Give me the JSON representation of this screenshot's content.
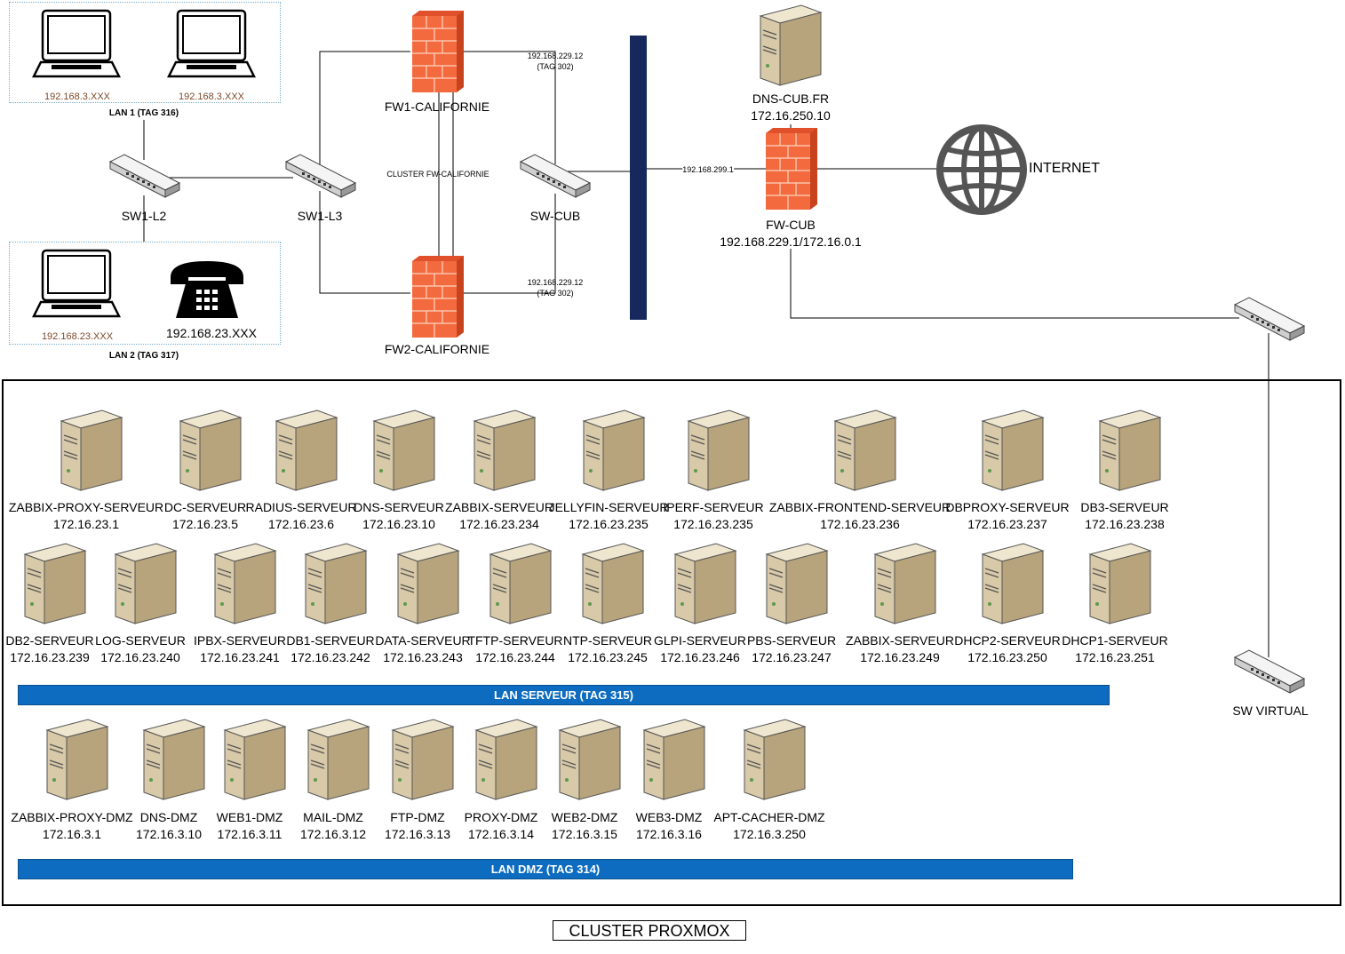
{
  "top": {
    "lan1": {
      "pc1_ip": "192.168.3.XXX",
      "pc2_ip": "192.168.3.XXX",
      "tag": "LAN 1 (TAG 316)"
    },
    "lan2": {
      "pc_ip": "192.168.23.XXX",
      "phone_ip": "192.168.23.XXX",
      "tag": "LAN 2 (TAG 317)"
    },
    "sw1_l2": "SW1-L2",
    "sw1_l3": "SW1-L3",
    "fw1": "FW1-CALIFORNIE",
    "fw2": "FW2-CALIFORNIE",
    "cluster_fw": "CLUSTER FW-CALIFORNIE",
    "link_top": {
      "ip": "192.168.229.12",
      "tag": "(TAG 302)"
    },
    "link_bottom": {
      "ip": "192.168.229.12",
      "tag": "(TAG 302)"
    },
    "sw_cub": "SW-CUB",
    "link_fwcub": "192.168.299.1",
    "dns": {
      "name": "DNS-CUB.FR",
      "ip": "172.16.250.10"
    },
    "fw_cub": {
      "name": "FW-CUB",
      "ip": "192.168.229.1/172.16.0.1"
    },
    "internet": "INTERNET",
    "sw_virtual": "SW VIRTUAL"
  },
  "servers_row1": [
    {
      "name": "ZABBIX-PROXY-SERVEUR",
      "ip": "172.16.23.1"
    },
    {
      "name": "DC-SERVEUR",
      "ip": "172.16.23.5"
    },
    {
      "name": "RADIUS-SERVEUR",
      "ip": "172.16.23.6"
    },
    {
      "name": "DNS-SERVEUR",
      "ip": "172.16.23.10"
    },
    {
      "name": "ZABBIX-SERVEUR",
      "ip": "172.16.23.234"
    },
    {
      "name": "JELLYFIN-SERVEUR",
      "ip": "172.16.23.235"
    },
    {
      "name": "IPERF-SERVEUR",
      "ip": "172.16.23.235"
    },
    {
      "name": "ZABBIX-FRONTEND-SERVEUR",
      "ip": "172.16.23.236"
    },
    {
      "name": "DBPROXY-SERVEUR",
      "ip": "172.16.23.237"
    },
    {
      "name": "DB3-SERVEUR",
      "ip": "172.16.23.238"
    }
  ],
  "servers_row2": [
    {
      "name": "DB2-SERVEUR",
      "ip": "172.16.23.239"
    },
    {
      "name": "LOG-SERVEUR",
      "ip": "172.16.23.240"
    },
    {
      "name": "IPBX-SERVEUR",
      "ip": "172.16.23.241"
    },
    {
      "name": "DB1-SERVEUR",
      "ip": "172.16.23.242"
    },
    {
      "name": "DATA-SERVEUR",
      "ip": "172.16.23.243"
    },
    {
      "name": "TFTP-SERVEUR",
      "ip": "172.16.23.244"
    },
    {
      "name": "NTP-SERVEUR",
      "ip": "172.16.23.245"
    },
    {
      "name": "GLPI-SERVEUR",
      "ip": "172.16.23.246"
    },
    {
      "name": "PBS-SERVEUR",
      "ip": "172.16.23.247"
    },
    {
      "name": "ZABBIX-SERVEUR",
      "ip": "172.16.23.249"
    },
    {
      "name": "DHCP2-SERVEUR",
      "ip": "172.16.23.250"
    },
    {
      "name": "DHCP1-SERVEUR",
      "ip": "172.16.23.251"
    }
  ],
  "lan_serveur": "LAN SERVEUR (TAG 315)",
  "servers_dmz": [
    {
      "name": "ZABBIX-PROXY-DMZ",
      "ip": "172.16.3.1"
    },
    {
      "name": "DNS-DMZ",
      "ip": "172.16.3.10"
    },
    {
      "name": "WEB1-DMZ",
      "ip": "172.16.3.11"
    },
    {
      "name": "MAIL-DMZ",
      "ip": "172.16.3.12"
    },
    {
      "name": "FTP-DMZ",
      "ip": "172.16.3.13"
    },
    {
      "name": "PROXY-DMZ",
      "ip": "172.16.3.14"
    },
    {
      "name": "WEB2-DMZ",
      "ip": "172.16.3.15"
    },
    {
      "name": "WEB3-DMZ",
      "ip": "172.16.3.16"
    },
    {
      "name": "APT-CACHER-DMZ",
      "ip": "172.16.3.250"
    }
  ],
  "lan_dmz": "LAN DMZ (TAG 314)",
  "cluster_label": "CLUSTER PROXMOX",
  "colors": {
    "lan_bar": "#0d6cbf",
    "firewall": "#f26a3d",
    "backbone": "#17295c",
    "server_body": "#d8c9a8"
  }
}
